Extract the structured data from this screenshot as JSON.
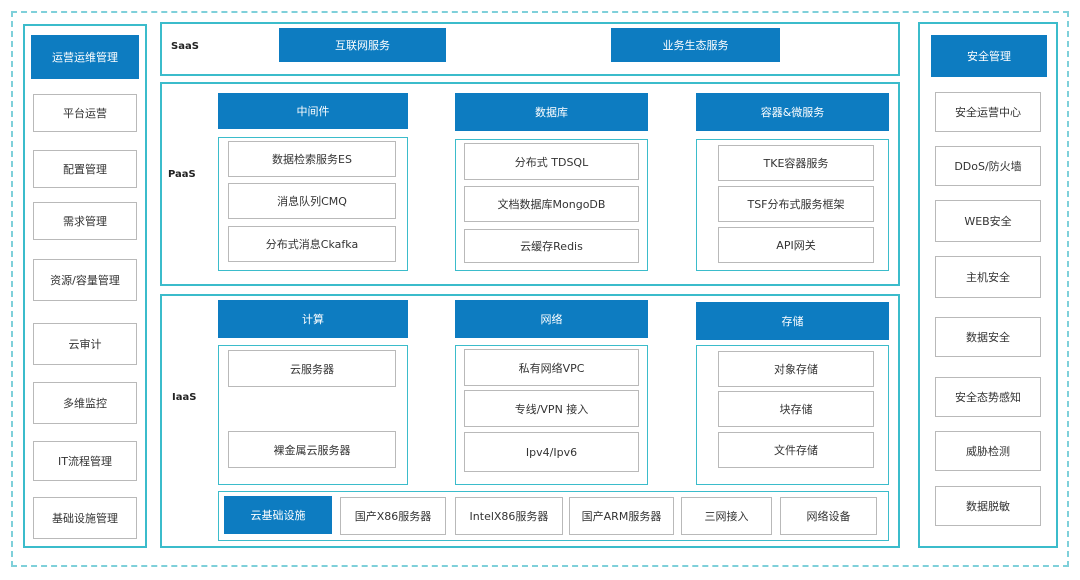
{
  "ops": {
    "title": "运营运维管理",
    "items": [
      "平台运营",
      "配置管理",
      "需求管理",
      "资源/容量管理",
      "云审计",
      "多维监控",
      "IT流程管理",
      "基础设施管理"
    ]
  },
  "security": {
    "title": "安全管理",
    "items": [
      "安全运营中心",
      "DDoS/防火墙",
      "WEB安全",
      "主机安全",
      "数据安全",
      "安全态势感知",
      "威胁检测",
      "数据脱敏"
    ]
  },
  "saas": {
    "label": "SaaS",
    "services": [
      "互联网服务",
      "业务生态服务"
    ]
  },
  "paas": {
    "label": "PaaS",
    "groups": [
      {
        "title": "中间件",
        "items": [
          "数据检索服务ES",
          "消息队列CMQ",
          "分布式消息Ckafka"
        ]
      },
      {
        "title": "数据库",
        "items": [
          "分布式 TDSQL",
          "文档数据库MongoDB",
          "云缓存Redis"
        ]
      },
      {
        "title": "容器&微服务",
        "items": [
          "TKE容器服务",
          "TSF分布式服务框架",
          "API网关"
        ]
      }
    ]
  },
  "iaas": {
    "label": "IaaS",
    "groups": [
      {
        "title": "计算",
        "items": [
          "云服务器",
          "裸金属云服务器"
        ]
      },
      {
        "title": "网络",
        "items": [
          "私有网络VPC",
          "专线/VPN 接入",
          "Ipv4/Ipv6"
        ]
      },
      {
        "title": "存储",
        "items": [
          "对象存储",
          "块存储",
          "文件存储"
        ]
      }
    ],
    "infrastructure": {
      "title": "云基础设施",
      "items": [
        "国产X86服务器",
        "IntelX86服务器",
        "国产ARM服务器",
        "三网接入",
        "网络设备"
      ]
    }
  }
}
